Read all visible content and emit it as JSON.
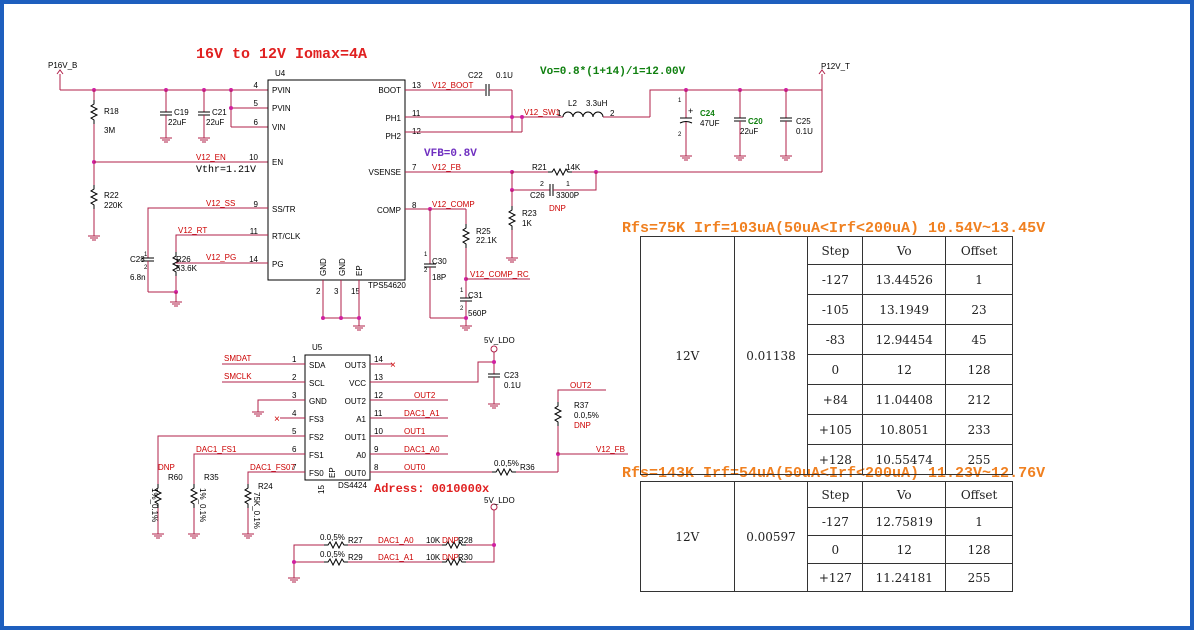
{
  "title": "16V to 12V Iomax=4A",
  "vo_formula": "Vo=0.8*(1+14)/1=12.00V",
  "vfb": "VFB=0.8V",
  "address": "Adress: 0010000x",
  "nets": {
    "p16v": "P16V_B",
    "p12v": "P12V_T",
    "v12_boot": "V12_BOOT",
    "v12_sw1": "V12_SW1",
    "v12_en": "V12_EN",
    "vthr": "Vthr=1.21V",
    "v12_fb": "V12_FB",
    "v12_ss": "V12_SS",
    "v12_rt": "V12_RT",
    "v12_pg": "V12_PG",
    "v12_comp": "V12_COMP",
    "v12_comp_rc": "V12_COMP_RC",
    "smdat": "SMDAT",
    "smclk": "SMCLK",
    "v5_ldo": "5V_LDO",
    "out2": "OUT2",
    "dac1_a1": "DAC1_A1",
    "out1": "OUT1",
    "dac1_a0": "DAC1_A0",
    "out0": "OUT0",
    "dac1_fs1": "DAC1_FS1",
    "dac1_fs07": "DAC1_FS07",
    "v12_fb2": "V12_FB"
  },
  "u4": {
    "ref": "U4",
    "part": "TPS54620",
    "left_pins": [
      {
        "num": "4",
        "name": "PVIN"
      },
      {
        "num": "5",
        "name": "PVIN"
      },
      {
        "num": "6",
        "name": "VIN"
      },
      {
        "num": "10",
        "name": "EN"
      },
      {
        "num": "9",
        "name": "SS/TR"
      },
      {
        "num": "11",
        "name": "RT/CLK"
      },
      {
        "num": "14",
        "name": "PG"
      }
    ],
    "right_pins": [
      {
        "num": "13",
        "name": "BOOT"
      },
      {
        "num": "11",
        "name": "PH1"
      },
      {
        "num": "12",
        "name": "PH2"
      },
      {
        "num": "7",
        "name": "VSENSE"
      },
      {
        "num": "8",
        "name": "COMP"
      }
    ],
    "bottom_pins": [
      {
        "num": "2",
        "name": "GND"
      },
      {
        "num": "3",
        "name": "GND"
      },
      {
        "num": "15",
        "name": "EP"
      }
    ]
  },
  "u5": {
    "ref": "U5",
    "part": "DS4424",
    "left_pins": [
      {
        "num": "1",
        "name": "SDA"
      },
      {
        "num": "2",
        "name": "SCL"
      },
      {
        "num": "3",
        "name": "GND"
      },
      {
        "num": "4",
        "name": "FS3"
      },
      {
        "num": "5",
        "name": "FS2"
      },
      {
        "num": "6",
        "name": "FS1"
      },
      {
        "num": "7",
        "name": "FS0"
      }
    ],
    "right_pins": [
      {
        "num": "14",
        "name": "OUT3"
      },
      {
        "num": "13",
        "name": "VCC"
      },
      {
        "num": "12",
        "name": "OUT2"
      },
      {
        "num": "11",
        "name": "A1"
      },
      {
        "num": "10",
        "name": "OUT1"
      },
      {
        "num": "9",
        "name": "A0"
      },
      {
        "num": "8",
        "name": "OUT0"
      }
    ],
    "bottom_pins": [
      {
        "num": "15",
        "name": "EP"
      }
    ]
  },
  "parts": {
    "r18": {
      "ref": "R18",
      "val": "3M"
    },
    "r22": {
      "ref": "R22",
      "val": "220K"
    },
    "c19": {
      "ref": "C19",
      "val": "22uF"
    },
    "c21": {
      "ref": "C21",
      "val": "22uF"
    },
    "c22": {
      "ref": "C22",
      "val": "0.1U"
    },
    "l2": {
      "ref": "L2",
      "val": "3.3uH"
    },
    "c24": {
      "ref": "C24",
      "val": "47UF"
    },
    "c20": {
      "ref": "C20",
      "val": "22uF"
    },
    "c25": {
      "ref": "C25",
      "val": "0.1U"
    },
    "r21": {
      "ref": "R21",
      "val": "14K"
    },
    "c26": {
      "ref": "C26",
      "val": "3300P",
      "note": "DNP"
    },
    "r23": {
      "ref": "R23",
      "val": "1K"
    },
    "r25": {
      "ref": "R25",
      "val": "22.1K"
    },
    "c30": {
      "ref": "C30",
      "val": "18P"
    },
    "c31": {
      "ref": "C31",
      "val": "560P"
    },
    "c28": {
      "ref": "C28",
      "val": "6.8n"
    },
    "r26": {
      "ref": "R26",
      "val": "53.6K"
    },
    "c23": {
      "ref": "C23",
      "val": "0.1U"
    },
    "r37": {
      "ref": "R37",
      "val": "0.0,5%",
      "note": "DNP"
    },
    "r36": {
      "ref": "R36",
      "val": "0.0,5%"
    },
    "r60": {
      "ref": "R60",
      "val": "1%_0.1%",
      "note": "DNP"
    },
    "r35": {
      "ref": "R35",
      "val": "1%_0.1%"
    },
    "r24": {
      "ref": "R24",
      "val": "75K_0.1%"
    },
    "r27": {
      "ref": "R27",
      "val": "0.0,5%"
    },
    "r29": {
      "ref": "R29",
      "val": "0.0,5%"
    },
    "r28": {
      "ref": "R28",
      "val": "10K",
      "note": "DNP"
    },
    "r30": {
      "ref": "R30",
      "val": "10K",
      "note": "DNP"
    }
  },
  "l2_pins": {
    "a": "1",
    "b": "2"
  },
  "c26_pins": {
    "a": "2",
    "b": "1"
  },
  "c24_pins": {
    "a": "1",
    "b": "2"
  },
  "c28_pins": {
    "a": "1",
    "b": "2"
  },
  "c30_pins": {
    "a": "1",
    "b": "2"
  },
  "c31_pins": {
    "a": "1",
    "b": "2"
  },
  "tables": [
    {
      "heading": "Rfs=75K  Irf=103uA(50uA<Irf<200uA) 10.54V~13.45V",
      "vout": "12V",
      "step_size": "0.01138",
      "headers": [
        "Step",
        "Vo",
        "Offset"
      ],
      "rows": [
        [
          "-127",
          "13.44526",
          "1"
        ],
        [
          "-105",
          "13.1949",
          "23"
        ],
        [
          "-83",
          "12.94454",
          "45"
        ],
        [
          "0",
          "12",
          "128"
        ],
        [
          "+84",
          "11.04408",
          "212"
        ],
        [
          "+105",
          "10.8051",
          "233"
        ],
        [
          "+128",
          "10.55474",
          "255"
        ]
      ]
    },
    {
      "heading": "Rfs=143K  Irf=54uA(50uA<Irf<200uA)   11.23V~12.76V",
      "vout": "12V",
      "step_size": "0.00597",
      "headers": [
        "Step",
        "Vo",
        "Offset"
      ],
      "rows": [
        [
          "-127",
          "12.75819",
          "1"
        ],
        [
          "0",
          "12",
          "128"
        ],
        [
          "+127",
          "11.24181",
          "255"
        ]
      ]
    }
  ]
}
